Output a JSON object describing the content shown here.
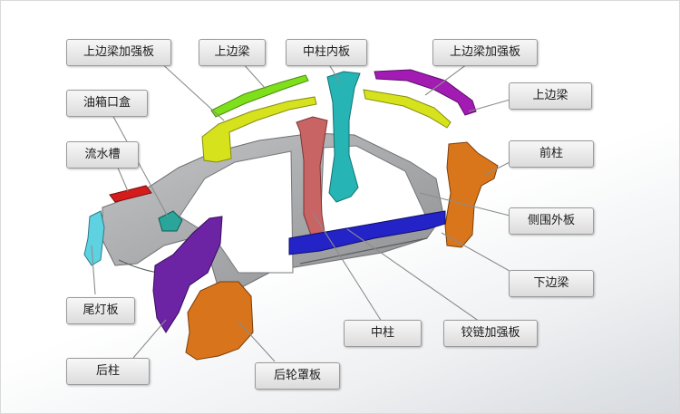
{
  "labels": {
    "roof_rail_reinforcement_left": "上边梁加强板",
    "roof_rail_left": "上边梁",
    "b_pillar_inner": "中柱内板",
    "roof_rail_reinforcement_right": "上边梁加强板",
    "roof_rail_right": "上边梁",
    "fuel_filler_box": "油箱口盒",
    "water_channel": "流水槽",
    "a_pillar": "前柱",
    "body_side_outer": "侧围外板",
    "rocker": "下边梁",
    "tail_light_panel": "尾灯板",
    "b_pillar": "中柱",
    "hinge_reinforcement": "铰链加强板",
    "c_pillar": "后柱",
    "rear_wheelhouse": "后轮罩板"
  },
  "colors": {
    "body_side": "#a9aaac",
    "roof_rail_green": "#7ee01a",
    "roof_rail_yellow": "#d6e21c",
    "b_pillar_inner": "#27b4b4",
    "b_pillar": "#c96464",
    "roof_rail_magenta": "#a21cb3",
    "a_pillar": "#d9761c",
    "rocker": "#2323c8",
    "water_channel": "#d51c1c",
    "tail_light_panel": "#5fd2e2",
    "c_pillar": "#6c23a4",
    "rear_wheelhouse": "#d8741c",
    "fuel_filler_box": "#2aa59a"
  }
}
